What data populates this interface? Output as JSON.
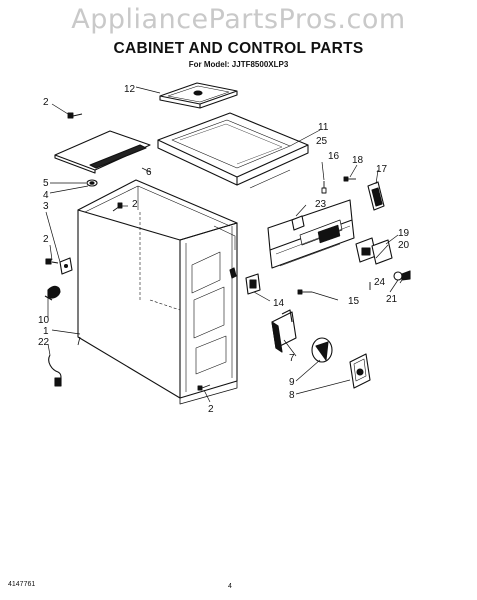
{
  "watermark": "AppliancePartsPros.com",
  "title": "CABINET AND CONTROL PARTS",
  "model_line": "For Model: JJTF8500XLP3",
  "footer": {
    "doc_number": "4147761",
    "page": "4"
  },
  "part_labels": [
    {
      "id": "12",
      "text": "12"
    },
    {
      "id": "2a",
      "text": "2"
    },
    {
      "id": "5",
      "text": "5"
    },
    {
      "id": "4",
      "text": "4"
    },
    {
      "id": "3",
      "text": "3"
    },
    {
      "id": "6",
      "text": "6"
    },
    {
      "id": "2b",
      "text": "2"
    },
    {
      "id": "11",
      "text": "11"
    },
    {
      "id": "25",
      "text": "25"
    },
    {
      "id": "16",
      "text": "16"
    },
    {
      "id": "18",
      "text": "18"
    },
    {
      "id": "17",
      "text": "17"
    },
    {
      "id": "23",
      "text": "23"
    },
    {
      "id": "19",
      "text": "19"
    },
    {
      "id": "20",
      "text": "20"
    },
    {
      "id": "2c",
      "text": "2"
    },
    {
      "id": "24",
      "text": "24"
    },
    {
      "id": "21",
      "text": "21"
    },
    {
      "id": "15",
      "text": "15"
    },
    {
      "id": "14",
      "text": "14"
    },
    {
      "id": "10",
      "text": "10"
    },
    {
      "id": "1",
      "text": "1"
    },
    {
      "id": "22",
      "text": "22"
    },
    {
      "id": "7",
      "text": "7"
    },
    {
      "id": "9",
      "text": "9"
    },
    {
      "id": "8",
      "text": "8"
    },
    {
      "id": "2d",
      "text": "2"
    }
  ]
}
